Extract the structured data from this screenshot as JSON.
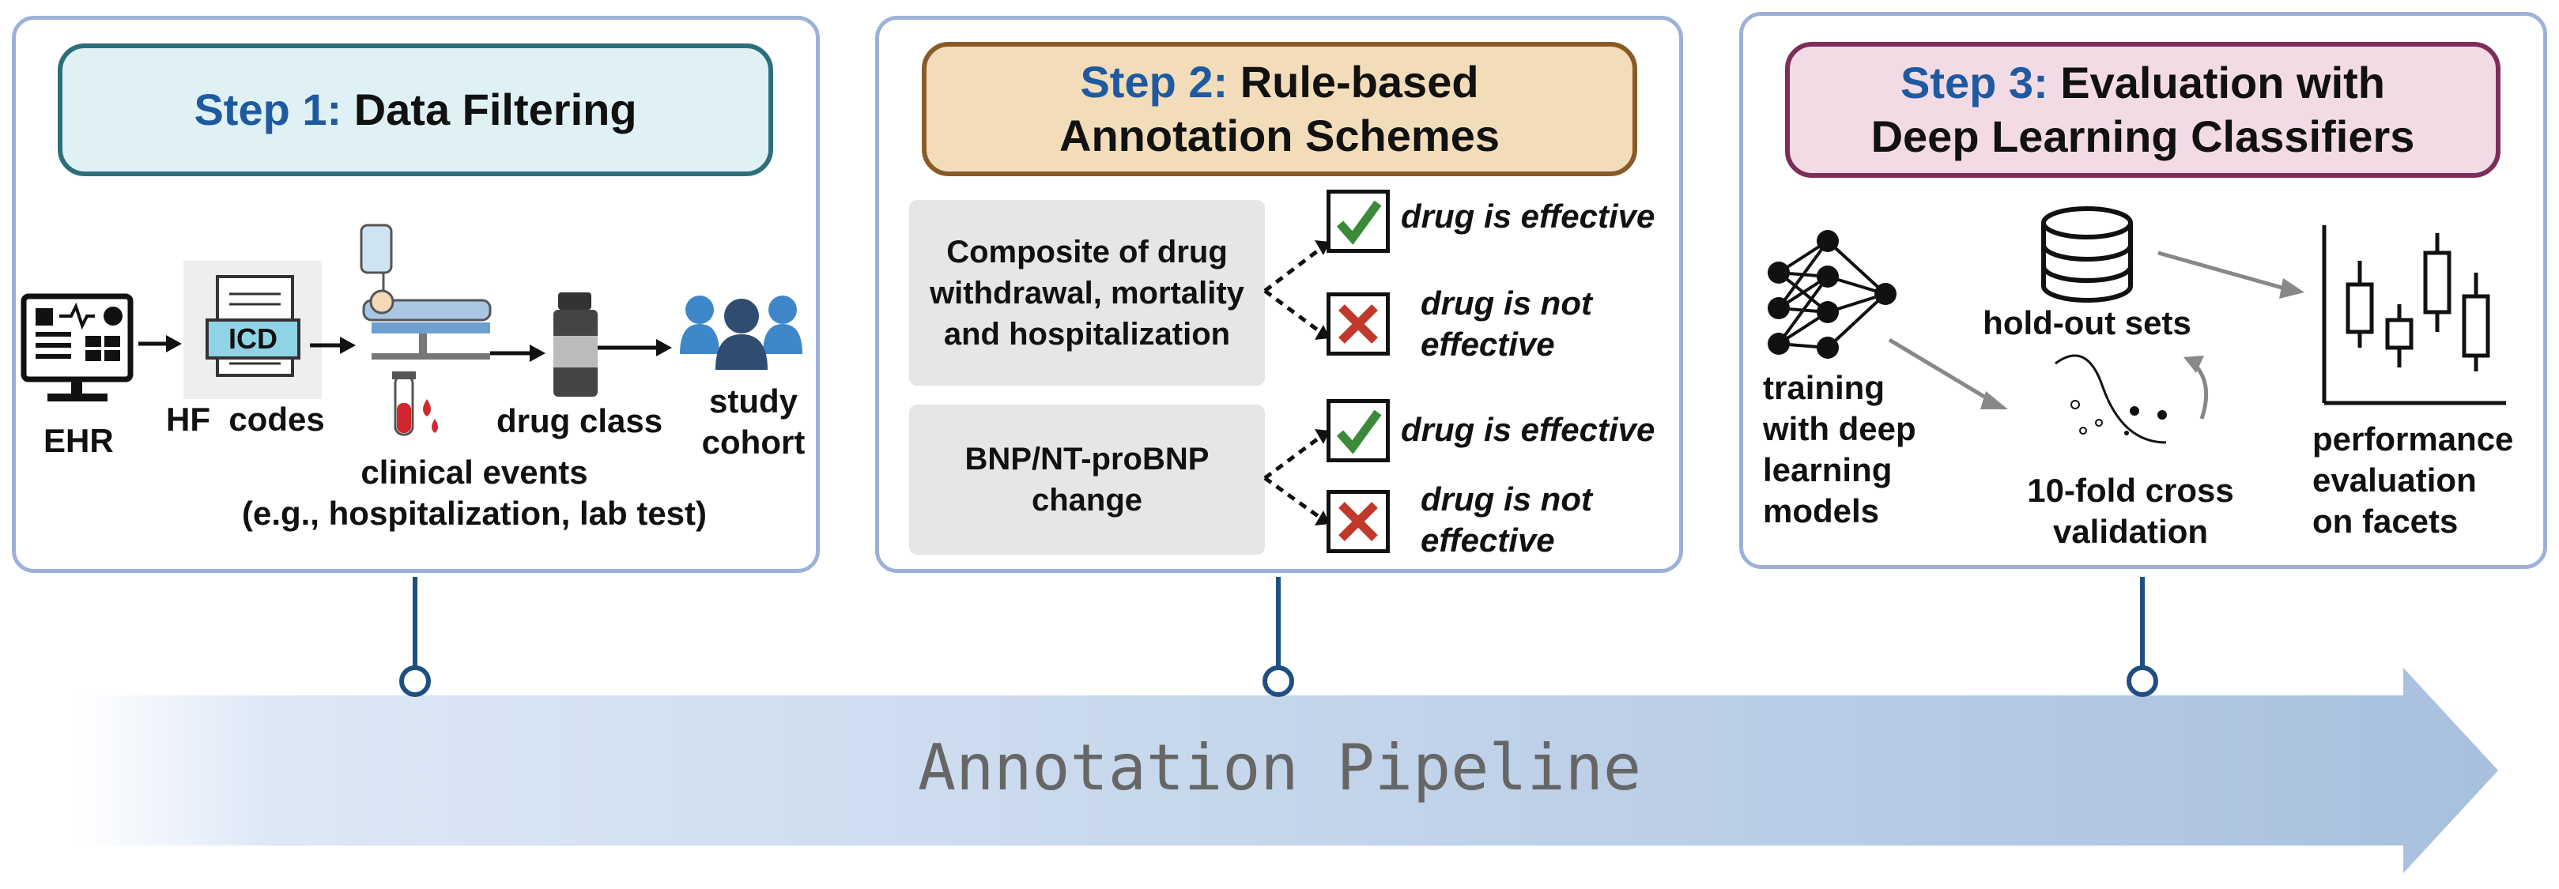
{
  "step1": {
    "step_label": "Step 1:",
    "title": "Data Filtering",
    "ehr_label": "EHR",
    "icd_label": "ICD",
    "hf_label": "HF  codes",
    "events_label_line1": "clinical events",
    "events_label_line2": "(e.g., hospitalization, lab test)",
    "drug_class_label": "drug class",
    "cohort_label_line1": "study",
    "cohort_label_line2": "cohort"
  },
  "step2": {
    "step_label": "Step 2:",
    "title_line1": "Rule-based",
    "title_line2": "Annotation Schemes",
    "scheme1_line1": "Composite of drug",
    "scheme1_line2": "withdrawal, mortality",
    "scheme1_line3": "and hospitalization",
    "scheme2_line1": "BNP/NT-proBNP",
    "scheme2_line2": "change",
    "effective_label": "drug is effective",
    "not_effective_line1": "drug is not",
    "not_effective_line2": "effective"
  },
  "step3": {
    "step_label": "Step 3:",
    "title_line1": "Evaluation with",
    "title_line2": "Deep Learning Classifiers",
    "training_line1": "training",
    "training_line2": "with deep",
    "training_line3": "learning",
    "training_line4": "models",
    "holdout_label": "hold-out sets",
    "cv_line1": "10-fold cross",
    "cv_line2": "validation",
    "perf_line1": "performance",
    "perf_line2": "evaluation",
    "perf_line3": "on facets"
  },
  "pipeline_label": "Annotation Pipeline",
  "colors": {
    "panel_border": "#9db1d8",
    "step1_fill": "#dff1f5",
    "step1_border": "#2c6f7a",
    "step2_fill": "#f3dcb9",
    "step2_border": "#8a5a26",
    "step3_fill": "#f3dbe6",
    "step3_border": "#7d2d5a",
    "step_text": "#1f5aa0",
    "check_green": "#3a8a3a",
    "cross_red": "#c0392b",
    "timeline_blue": "#1d4f82"
  },
  "icons": [
    "ehr-monitor-icon",
    "icd-document-icon",
    "hospital-bed-icon",
    "blood-tube-icon",
    "drug-bottle-icon",
    "people-group-icon",
    "check-icon",
    "cross-icon",
    "neural-network-icon",
    "database-icon",
    "scatter-curve-icon",
    "box-plot-icon",
    "pipeline-arrow"
  ]
}
